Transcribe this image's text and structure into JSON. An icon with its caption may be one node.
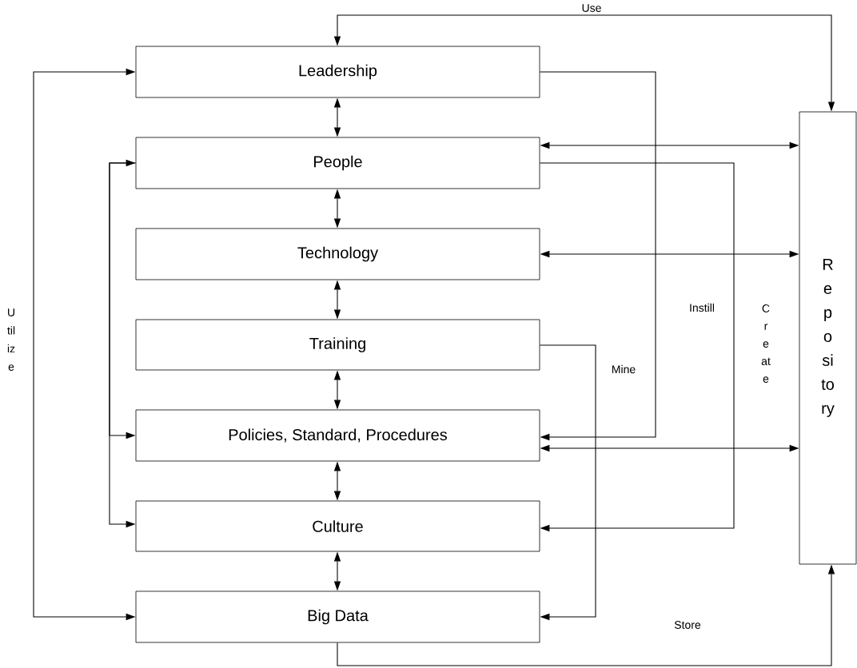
{
  "diagram": {
    "nodes": [
      {
        "text": [
          "Leadership"
        ]
      },
      {
        "text": [
          "People"
        ]
      },
      {
        "text": [
          "Technology"
        ]
      },
      {
        "text": [
          "Training"
        ]
      },
      {
        "text": [
          "Policies, Standard, Procedures"
        ]
      },
      {
        "text": [
          "Culture"
        ]
      },
      {
        "text": [
          "Big Data"
        ]
      },
      {
        "text": [
          "Repository"
        ]
      }
    ],
    "edges": [
      {
        "from": 7,
        "to": 0,
        "arrow": "both",
        "label": "Use"
      },
      {
        "from": 0,
        "to": 1,
        "arrow": "both"
      },
      {
        "from": 1,
        "to": 2,
        "arrow": "both"
      },
      {
        "from": 2,
        "to": 3,
        "arrow": "both"
      },
      {
        "from": 3,
        "to": 4,
        "arrow": "both"
      },
      {
        "from": 4,
        "to": 5,
        "arrow": "both"
      },
      {
        "from": 5,
        "to": 6,
        "arrow": "both"
      },
      {
        "from": 0,
        "to": 6,
        "arrow": "both",
        "label": "Utilize"
      },
      {
        "from": 1,
        "to": 4,
        "arrow": "both"
      },
      {
        "from": 1,
        "to": 5,
        "arrow": "to"
      },
      {
        "from": 1,
        "to": 7,
        "arrow": "both"
      },
      {
        "from": 2,
        "to": 7,
        "arrow": "both"
      },
      {
        "from": 4,
        "to": 7,
        "arrow": "both"
      },
      {
        "from": 0,
        "to": 4,
        "arrow": "to",
        "label": "Mine"
      },
      {
        "from": 1,
        "to": 5,
        "arrow": "to",
        "label": "Instill"
      },
      {
        "from": 3,
        "to": 6,
        "arrow": "to"
      },
      {
        "from": 6,
        "to": 7,
        "arrow": "to",
        "label": "Store"
      }
    ],
    "labels": [
      "Create"
    ]
  }
}
